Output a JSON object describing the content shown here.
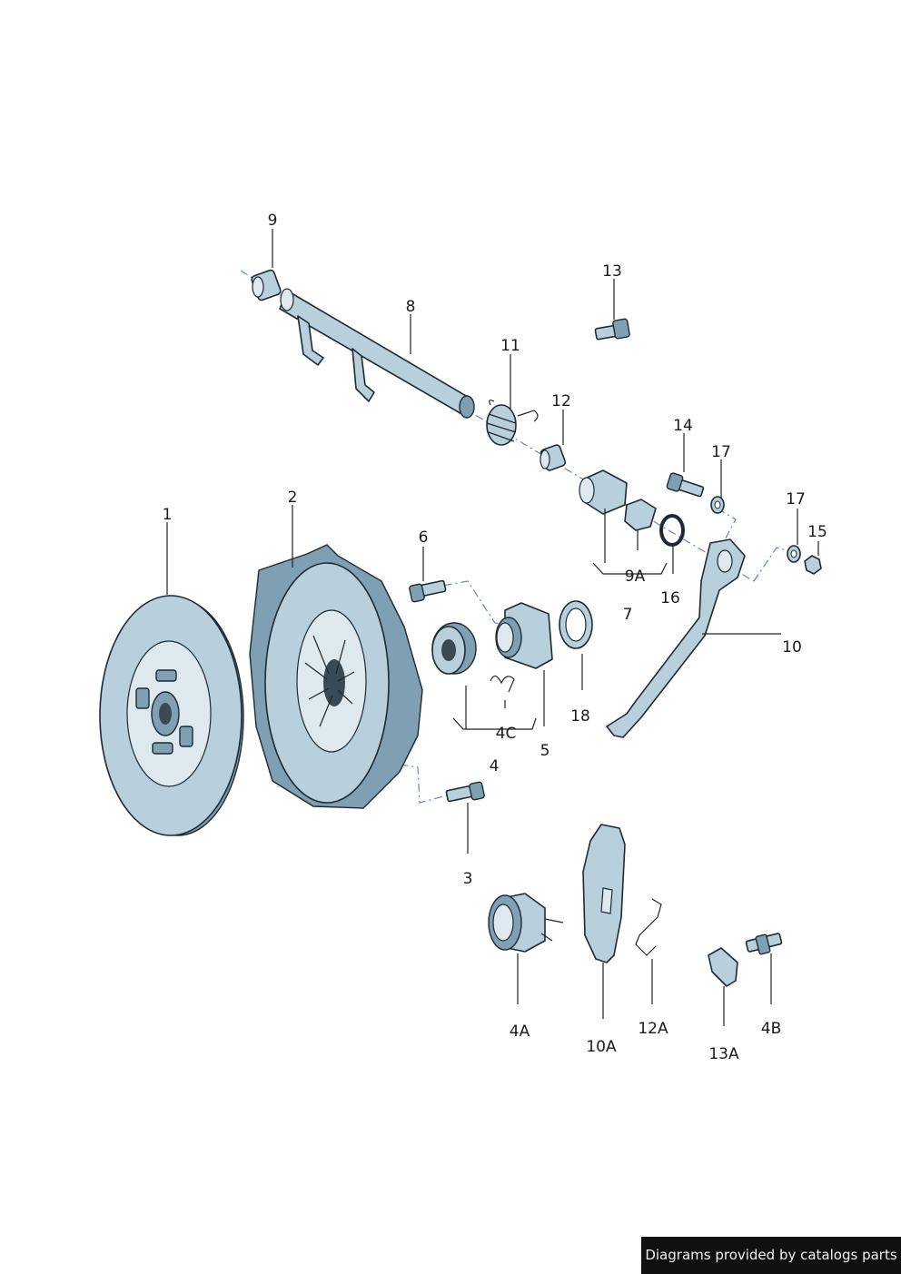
{
  "labels": {
    "l1": "1",
    "l2": "2",
    "l3": "3",
    "l4": "4",
    "l4a": "4A",
    "l4b": "4B",
    "l4c": "4C",
    "l5": "5",
    "l6": "6",
    "l7": "7",
    "l8": "8",
    "l9": "9",
    "l9a": "9A",
    "l10": "10",
    "l10a": "10A",
    "l11": "11",
    "l12": "12",
    "l12a": "12A",
    "l13": "13",
    "l13a": "13A",
    "l14": "14",
    "l15": "15",
    "l16": "16",
    "l17a": "17",
    "l17b": "17",
    "l18": "18"
  },
  "credit": "Diagrams provided by catalogs parts",
  "colors": {
    "part_fill": "#b8cfdc",
    "outline": "#1d2a33",
    "centerline": "#6a8aa6"
  }
}
